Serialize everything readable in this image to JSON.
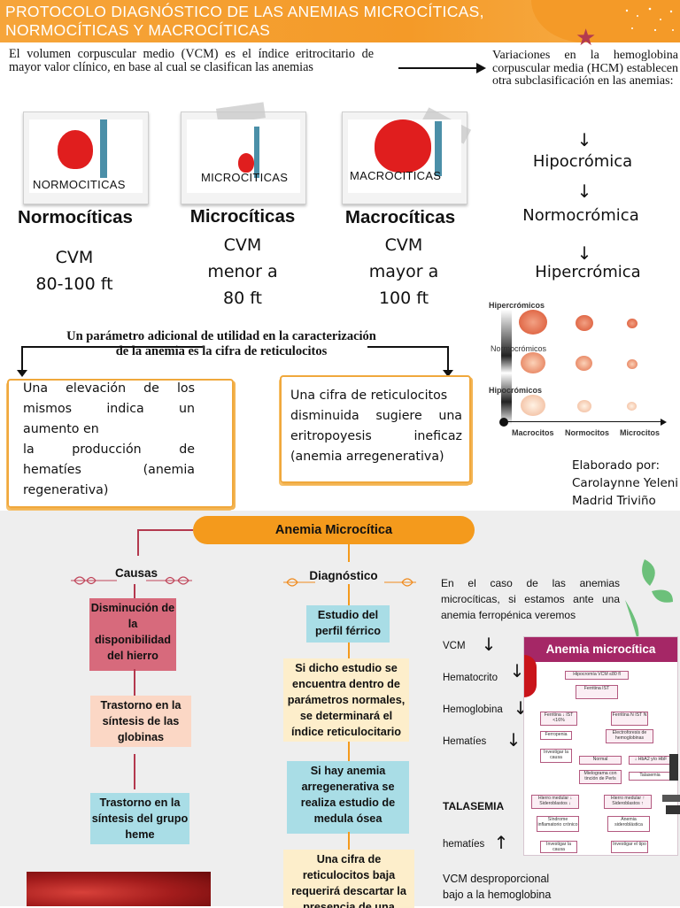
{
  "header": {
    "title_line1": "PROTOCOLO DIAGNÓSTICO DE LAS ANEMIAS MICROCÍTICAS,",
    "title_line2": "NORMOCÍTICAS Y MACROCÍTICAS"
  },
  "intro": {
    "vcm_text": "El volumen corpuscular medio (VCM) es el índice eritrocitario de mayor valor clínico, en base al cual se clasifican las anemias",
    "hcm_text": "Variaciones en la hemoglobina corpuscular media (HCM) establecen otra subclasificación en las anemias:"
  },
  "types": [
    {
      "card_label": "NORMOCITICAS",
      "heading": "Normocíticas",
      "cvm": "CVM",
      "range_1": "80-100 ft",
      "range_2": ""
    },
    {
      "card_label": "MICROCITICAS",
      "heading": "Microcíticas",
      "cvm": "CVM",
      "range_1": "menor a",
      "range_2": "80 ft"
    },
    {
      "card_label": "MACROCITICAS",
      "heading": "Macrocíticas",
      "cvm": "CVM",
      "range_1": "mayor a",
      "range_2": "100 ft"
    }
  ],
  "hcm_list": [
    "Hipocrómica",
    "Normocrómica",
    "Hipercrómica"
  ],
  "parameter": {
    "line1": "Un parámetro adicional de utilidad en la caracterización",
    "line2": "de la anemia es la cifra de reticulocitos"
  },
  "boxes": {
    "left": [
      "Una elevación de los",
      "mismos indica un",
      "aumento en",
      "la producción de",
      "hematíes (anemia",
      "regenerativa)"
    ],
    "right": [
      "Una cifra de reticulocitos",
      "disminuida sugiere una",
      "eritropoyesis ineficaz",
      "(anemia arregenerativa)"
    ]
  },
  "cell_chart": {
    "row_labels": [
      "Hipercrómicos",
      "Normocrómicos",
      "Hipocrómicos"
    ],
    "col_labels": [
      "Macrocitos",
      "Normocitos",
      "Microcitos"
    ]
  },
  "credit": {
    "label": "Elaborado por:",
    "name1": "Carolaynne Yeleni",
    "name2": "Madrid Triviño"
  },
  "micro": {
    "title": "Anemia Microcítica",
    "causes_title": "Causas",
    "diagnosis_title": "Diagnóstico",
    "causes": [
      "Disminución de la disponibilidad del hierro",
      "Trastorno en la síntesis de las globinas",
      "Trastorno en la síntesis del grupo heme"
    ],
    "diagnosis": [
      "Estudio del perfil férrico",
      "Si dicho estudio se encuentra dentro de parámetros normales, se determinará el índice reticulocitario",
      "Si hay anemia arregenerativa se realiza estudio de medula ósea",
      "Una cifra de reticulocitos baja requerirá descartar la presencia de una"
    ],
    "ferropenic_text": "En el caso de las anemias microcíticas, si estamos ante una anemia ferropénica veremos",
    "ferropenic_items": [
      "VCM",
      "Hematocrito",
      "Hemoglobina",
      "Hematíes"
    ],
    "thalassemia_title": "TALASEMIA",
    "thalassemia_item": "hematíes",
    "thalassemia_note": "VCM desproporcional bajo a la hemoglobina",
    "arrow_down": "↓",
    "arrow_up": "↑"
  },
  "mini_chart": {
    "title": "Anemia microcítica",
    "nodes": [
      "Hipocromía VCM ≤80 fl",
      "Ferritina IST",
      "Ferritina ↓ IST <16%",
      "Ferritina N IST N",
      "Ferropenia",
      "Electroforesis de hemoglobinas",
      "Investigar la causa",
      "Normal",
      "↓ HbA2 y/o HbF",
      "Talasemia",
      "Mielograma con tinción de Perls",
      "Hierro medular ↓ Sideroblastos ↓",
      "Hierro medular ↑ Sideroblastos ↑",
      "Síndrome inflamatorio crónico",
      "Anemia sideroblástica",
      "Investigar la causa",
      "Investigar el tipo"
    ]
  },
  "colors": {
    "orange": "#f49a1c",
    "rose": "#d76a7c",
    "peach": "#fbd7c5",
    "cyan": "#a9dde6",
    "cream": "#fdeecb",
    "magenta": "#a52766"
  }
}
